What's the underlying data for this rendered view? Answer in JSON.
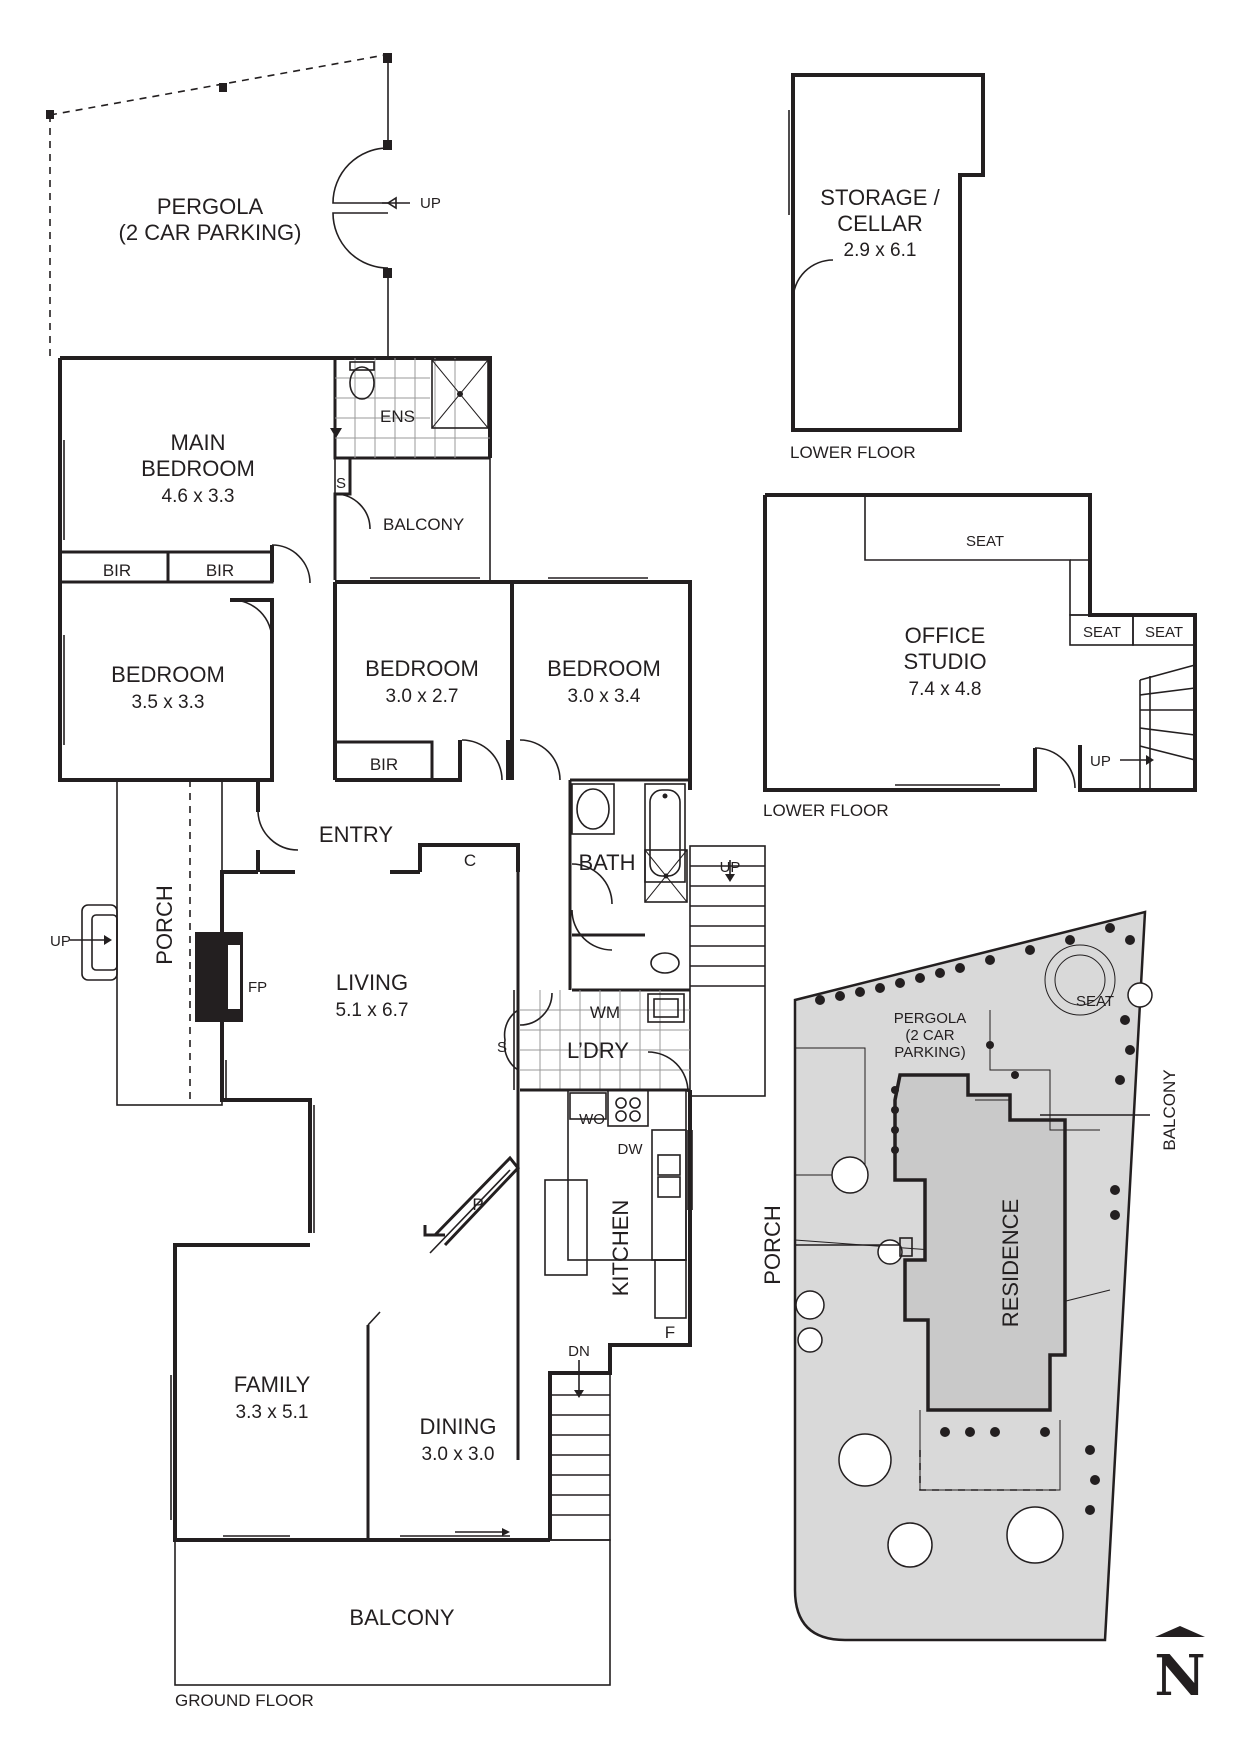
{
  "ground_floor": {
    "caption": "GROUND FLOOR",
    "pergola": {
      "name_1": "PERGOLA",
      "name_2": "(2 CAR PARKING)",
      "up": "UP"
    },
    "ens": "ENS",
    "main_bedroom": {
      "name_1": "MAIN",
      "name_2": "BEDROOM",
      "dim": "4.6 x 3.3"
    },
    "balcony_top": "BALCONY",
    "s_top": "S",
    "bir_1": "BIR",
    "bir_2": "BIR",
    "bir_3": "BIR",
    "bedroom_w": {
      "name": "BEDROOM",
      "dim": "3.5 x 3.3"
    },
    "bedroom_c": {
      "name": "BEDROOM",
      "dim": "3.0 x 2.7"
    },
    "bedroom_e": {
      "name": "BEDROOM",
      "dim": "3.0 x 3.4"
    },
    "entry": "ENTRY",
    "c": "C",
    "bath": "BATH",
    "up_stairs": "UP",
    "porch": "PORCH",
    "porch_up": "UP",
    "fp": "FP",
    "living": {
      "name": "LIVING",
      "dim": "5.1 x 6.7"
    },
    "s_living": "S",
    "wm": "WM",
    "ldry": "L’DRY",
    "wo": "WO",
    "dw": "DW",
    "p": "P",
    "kitchen": "KITCHEN",
    "f": "F",
    "dn": "DN",
    "family": {
      "name": "FAMILY",
      "dim": "3.3 x 5.1"
    },
    "dining": {
      "name": "DINING",
      "dim": "3.0 x 3.0"
    },
    "balcony_bottom": "BALCONY"
  },
  "lower_storage": {
    "caption": "LOWER FLOOR",
    "name_1": "STORAGE /",
    "name_2": "CELLAR",
    "dim": "2.9 x 6.1"
  },
  "lower_office": {
    "caption": "LOWER FLOOR",
    "name_1": "OFFICE",
    "name_2": "STUDIO",
    "dim": "7.4 x 4.8",
    "seat_1": "SEAT",
    "seat_2": "SEAT",
    "seat_3": "SEAT",
    "up": "UP"
  },
  "site_plan": {
    "seat": "SEAT",
    "pergola_1": "PERGOLA",
    "pergola_2": "(2 CAR",
    "pergola_3": "PARKING)",
    "balcony": "BALCONY",
    "porch": "PORCH",
    "residence": "RESIDENCE"
  },
  "north": {
    "letter": "N"
  }
}
